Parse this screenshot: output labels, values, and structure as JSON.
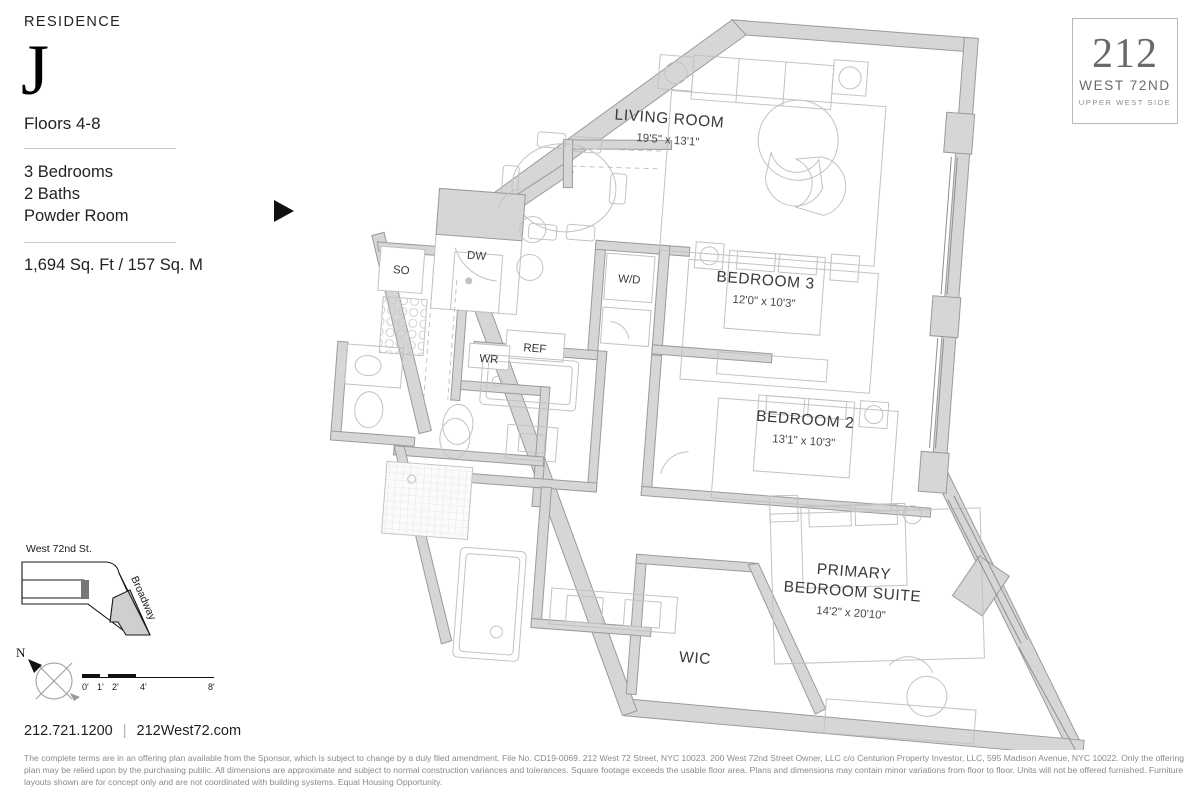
{
  "sidebar": {
    "residence_label": "RESIDENCE",
    "residence_letter": "J",
    "floors": "Floors 4-8",
    "specs": [
      "3 Bedrooms",
      "2 Baths",
      "Powder Room"
    ],
    "area": "1,694 Sq. Ft / 157 Sq. M"
  },
  "logo": {
    "number": "212",
    "street": "WEST 72ND",
    "neighborhood": "UPPER WEST SIDE"
  },
  "rooms": [
    {
      "name": "LIVING ROOM",
      "dimensions": "19'5\" x 13'1\""
    },
    {
      "name": "BEDROOM 3",
      "dimensions": "12'0\" x 10'3\""
    },
    {
      "name": "BEDROOM 2",
      "dimensions": "13'1\" x 10'3\""
    },
    {
      "name": "PRIMARY",
      "name2": "BEDROOM SUITE",
      "dimensions": "14'2\" x 20'10\""
    },
    {
      "name": "WIC",
      "dimensions": ""
    }
  ],
  "appliances": [
    {
      "code": "SO"
    },
    {
      "code": "DW"
    },
    {
      "code": "REF"
    },
    {
      "code": "WR"
    },
    {
      "code": "W/D"
    }
  ],
  "keymap": {
    "street_label": "West 72nd St.",
    "avenue_label": "Broadway"
  },
  "compass": {
    "north_label": "N"
  },
  "scale": {
    "ticks": [
      "0'",
      "1'",
      "2'",
      "4'",
      "8'"
    ]
  },
  "footer": {
    "phone": "212.721.1200",
    "separator": "|",
    "website": "212West72.com",
    "disclaimer": "The complete terms are in an offering plan available from the Sponsor, which is subject to change by a duly filed amendment. File No. CD19-0069. 212 West 72 Street, NYC 10023. 200 West 72nd Street Owner, LLC c/o Centurion Property Investor, LLC, 595 Madison Avenue, NYC 10022. Only the offering plan may be relied upon by the purchasing public. All dimensions are approximate and subject to normal construction variances and tolerances. Square footage exceeds the usable floor area. Plans and dimensions may contain minor variations from floor to floor. Units will not be offered furnished. Furniture layouts shown are for concept only and are not coordinated with building systems. Equal Housing Opportunity."
  },
  "colors": {
    "wall_fill": "#d6d6d6",
    "wall_stroke": "#9a9a9a",
    "furniture_stroke": "#bcbcbc",
    "text": "#231f20",
    "logo_gray": "#6a6a6a"
  }
}
